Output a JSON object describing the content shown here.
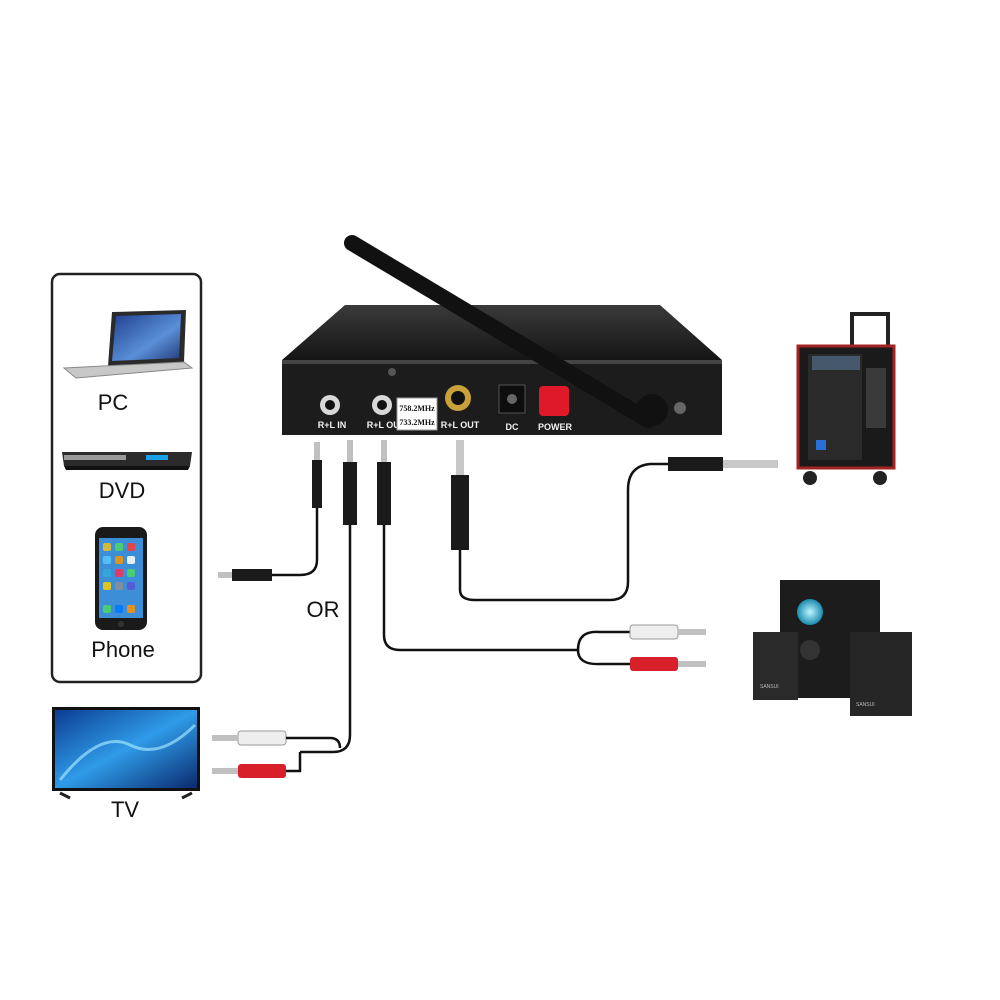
{
  "sources": {
    "pc_label": "PC",
    "dvd_label": "DVD",
    "phone_label": "Phone",
    "tv_label": "TV"
  },
  "connector_or": "OR",
  "receiver": {
    "port_in": "R+L IN",
    "port_out_rca": "R+L OUT",
    "port_out_jack": "R+L OUT",
    "port_dc": "DC",
    "port_power": "POWER",
    "freq_a": "758.2MHz",
    "freq_b": "733.2MHz"
  },
  "speaker_brand": "SANSUI",
  "colors": {
    "device_body": "#1c1c1c",
    "power_button": "#e0192a",
    "rca_red": "#d8202a",
    "rca_white": "#eeeeee",
    "cable": "#111111",
    "jack_gold": "#c9a13b",
    "trolley_trim": "#a32222"
  }
}
